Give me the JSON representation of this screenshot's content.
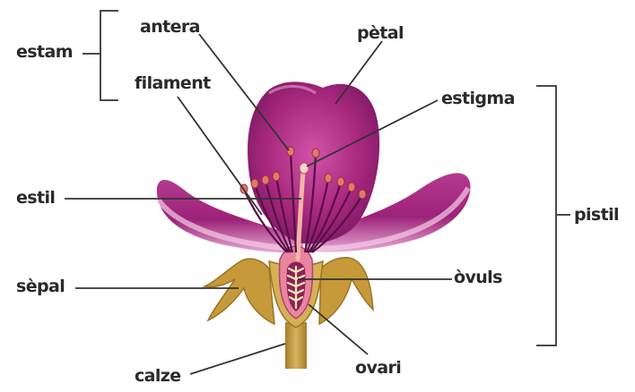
{
  "labels": {
    "estam": "estam",
    "antera": "antera",
    "filament": "filament",
    "petal": "pètal",
    "estigma": "estigma",
    "estil": "estil",
    "pistil": "pistil",
    "sepal": "sèpal",
    "ovuls": "òvuls",
    "calze": "calze",
    "ovari": "ovari"
  },
  "colors": {
    "petal": "#a8287e",
    "petal_light": "#e6a0cf",
    "petal_shadow": "#6e1459",
    "sepal": "#c69a3a",
    "stem": "#c9a24c",
    "ovary": "#e9859f",
    "leader_line": "#333333"
  }
}
